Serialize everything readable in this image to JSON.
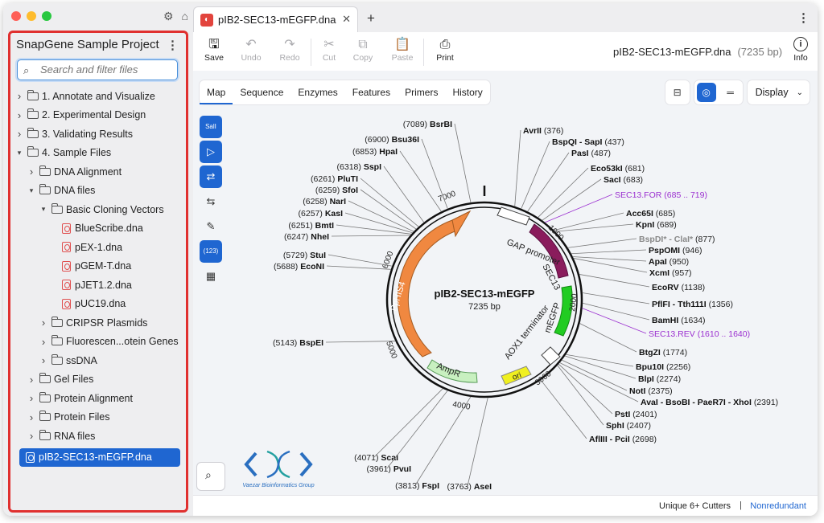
{
  "sidebar": {
    "project_title": "SnapGene Sample Project",
    "search_placeholder": "Search and filter files",
    "tree": [
      {
        "label": "1. Annotate and Visualize",
        "level": 0,
        "type": "folder",
        "expanded": false
      },
      {
        "label": "2. Experimental Design",
        "level": 0,
        "type": "folder",
        "expanded": false
      },
      {
        "label": "3. Validating Results",
        "level": 0,
        "type": "folder",
        "expanded": false
      },
      {
        "label": "4. Sample Files",
        "level": 0,
        "type": "folder",
        "expanded": true
      },
      {
        "label": "DNA Alignment",
        "level": 1,
        "type": "folder",
        "expanded": false
      },
      {
        "label": "DNA files",
        "level": 1,
        "type": "folder",
        "expanded": true
      },
      {
        "label": "Basic Cloning Vectors",
        "level": 2,
        "type": "folder",
        "expanded": true
      },
      {
        "label": "BlueScribe.dna",
        "level": 3,
        "type": "dna"
      },
      {
        "label": "pEX-1.dna",
        "level": 3,
        "type": "dna"
      },
      {
        "label": "pGEM-T.dna",
        "level": 3,
        "type": "dna"
      },
      {
        "label": "pJET1.2.dna",
        "level": 3,
        "type": "dna"
      },
      {
        "label": "pUC19.dna",
        "level": 3,
        "type": "dna"
      },
      {
        "label": "CRIPSR Plasmids",
        "level": 2,
        "type": "folder",
        "expanded": false
      },
      {
        "label": "Fluorescen...otein Genes",
        "level": 2,
        "type": "folder",
        "expanded": false
      },
      {
        "label": "ssDNA",
        "level": 2,
        "type": "folder",
        "expanded": false
      },
      {
        "label": "Gel Files",
        "level": 1,
        "type": "folder",
        "expanded": false
      },
      {
        "label": "Protein Alignment",
        "level": 1,
        "type": "folder",
        "expanded": false
      },
      {
        "label": "Protein Files",
        "level": 1,
        "type": "folder",
        "expanded": false
      },
      {
        "label": "RNA files",
        "level": 1,
        "type": "folder",
        "expanded": false
      }
    ],
    "selected_file": "pIB2-SEC13-mEGFP.dna"
  },
  "tab": {
    "title": "pIB2-SEC13-mEGFP.dna"
  },
  "toolbar": {
    "save": "Save",
    "undo": "Undo",
    "redo": "Redo",
    "cut": "Cut",
    "copy": "Copy",
    "paste": "Paste",
    "print": "Print",
    "info": "Info",
    "filename": "pIB2-SEC13-mEGFP.dna",
    "length": "(7235 bp)"
  },
  "view_tabs": [
    "Map",
    "Sequence",
    "Enzymes",
    "Features",
    "Primers",
    "History"
  ],
  "active_view": "Map",
  "display_label": "Display",
  "left_tools": {
    "salI": "SalI",
    "num": "(123)"
  },
  "plasmid": {
    "name": "pIB2-SEC13-mEGFP",
    "size": "7235 bp",
    "ticks": [
      "1000",
      "2000",
      "3000",
      "4000",
      "5000",
      "6000",
      "7000"
    ],
    "features": [
      "GAP promoter",
      "SEC13",
      "mEGFP",
      "AOX1 terminator",
      "ori",
      "AmpR",
      "PpHIS4"
    ],
    "left_labels": [
      {
        "pos": "(7089)",
        "name": "BsrBI"
      },
      {
        "pos": "(6900)",
        "name": "Bsu36I"
      },
      {
        "pos": "(6853)",
        "name": "HpaI"
      },
      {
        "pos": "(6318)",
        "name": "SspI"
      },
      {
        "pos": "(6261)",
        "name": "PluTI"
      },
      {
        "pos": "(6259)",
        "name": "SfoI"
      },
      {
        "pos": "(6258)",
        "name": "NarI"
      },
      {
        "pos": "(6257)",
        "name": "KasI"
      },
      {
        "pos": "(6251)",
        "name": "BmtI"
      },
      {
        "pos": "(6247)",
        "name": "NheI"
      },
      {
        "pos": "(5729)",
        "name": "StuI"
      },
      {
        "pos": "(5688)",
        "name": "EcoNI"
      },
      {
        "pos": "(5143)",
        "name": "BspEI"
      },
      {
        "pos": "(4071)",
        "name": "ScaI"
      },
      {
        "pos": "(3961)",
        "name": "PvuI"
      },
      {
        "pos": "(3813)",
        "name": "FspI"
      },
      {
        "pos": "(3763)",
        "name": "AseI"
      }
    ],
    "right_labels": [
      {
        "name": "AvrII",
        "pos": "(376)"
      },
      {
        "name": "BspQI - SapI",
        "pos": "(437)"
      },
      {
        "name": "PasI",
        "pos": "(487)"
      },
      {
        "name": "Eco53kI",
        "pos": "(681)"
      },
      {
        "name": "SacI",
        "pos": "(683)"
      },
      {
        "name": "SEC13.FOR",
        "pos": "(685 .. 719)",
        "primer": true
      },
      {
        "name": "Acc65I",
        "pos": "(685)"
      },
      {
        "name": "KpnI",
        "pos": "(689)"
      },
      {
        "name": "BspDI* - ClaI*",
        "pos": "(877)",
        "gray": true
      },
      {
        "name": "PspOMI",
        "pos": "(946)"
      },
      {
        "name": "ApaI",
        "pos": "(950)"
      },
      {
        "name": "XcmI",
        "pos": "(957)"
      },
      {
        "name": "EcoRV",
        "pos": "(1138)"
      },
      {
        "name": "PflFI - Tth111I",
        "pos": "(1356)"
      },
      {
        "name": "BamHI",
        "pos": "(1634)"
      },
      {
        "name": "SEC13.REV",
        "pos": "(1610 .. 1640)",
        "primer": true
      },
      {
        "name": "BtgZI",
        "pos": "(1774)"
      },
      {
        "name": "Bpu10I",
        "pos": "(2256)"
      },
      {
        "name": "BlpI",
        "pos": "(2274)"
      },
      {
        "name": "NotI",
        "pos": "(2375)"
      },
      {
        "name": "AvaI - BsoBI - PaeR7I - XhoI",
        "pos": "(2391)"
      },
      {
        "name": "PstI",
        "pos": "(2401)"
      },
      {
        "name": "SphI",
        "pos": "(2407)"
      },
      {
        "name": "AflIII - PciI",
        "pos": "(2698)"
      }
    ]
  },
  "watermark": "Vaezar Bioinformatics Group",
  "status": {
    "cutters": "Unique 6+ Cutters",
    "separator": "|",
    "mode": "Nonredundant"
  },
  "colors": {
    "accent": "#1f66d1",
    "highlight_frame": "#e0302f",
    "primer": "#9b30d0"
  }
}
